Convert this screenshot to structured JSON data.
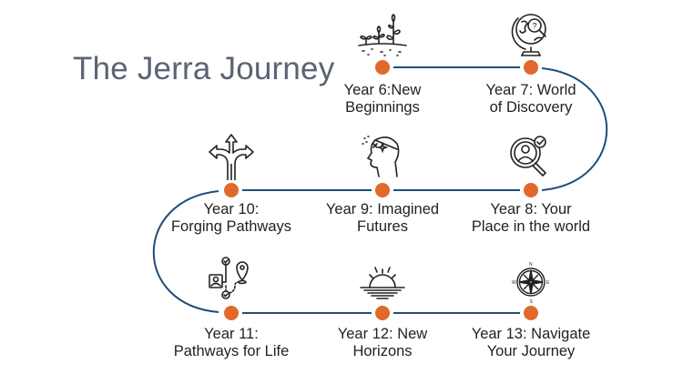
{
  "title": "The Jerra Journey",
  "colors": {
    "title": "#5a6474",
    "path": "#1f4e79",
    "dot": "#e0692b",
    "text": "#222222"
  },
  "steps": [
    {
      "year": "Year 6",
      "label_line1": "Year 6:New",
      "label_line2": "Beginnings",
      "icon": "sprouting-plants-icon"
    },
    {
      "year": "Year 7",
      "label_line1": "Year 7: World",
      "label_line2": "of Discovery",
      "icon": "globe-magnifier-question-icon"
    },
    {
      "year": "Year 8",
      "label_line1": "Year 8: Your",
      "label_line2": "Place in the world",
      "icon": "person-search-check-icon"
    },
    {
      "year": "Year 9",
      "label_line1": "Year 9: Imagined",
      "label_line2": "Futures",
      "icon": "head-sparkles-icon"
    },
    {
      "year": "Year 10",
      "label_line1": "Year 10:",
      "label_line2": "Forging Pathways",
      "icon": "branching-arrows-icon"
    },
    {
      "year": "Year 11",
      "label_line1": "Year 11:",
      "label_line2": "Pathways for Life",
      "icon": "career-path-checkpoints-icon"
    },
    {
      "year": "Year 12",
      "label_line1": "Year 12: New",
      "label_line2": "Horizons",
      "icon": "sunrise-horizon-icon"
    },
    {
      "year": "Year 13",
      "label_line1": "Year 13: Navigate",
      "label_line2": "Your Journey",
      "icon": "compass-icon"
    }
  ],
  "compass_letters": {
    "n": "N",
    "e": "E",
    "s": "S",
    "w": "W"
  }
}
